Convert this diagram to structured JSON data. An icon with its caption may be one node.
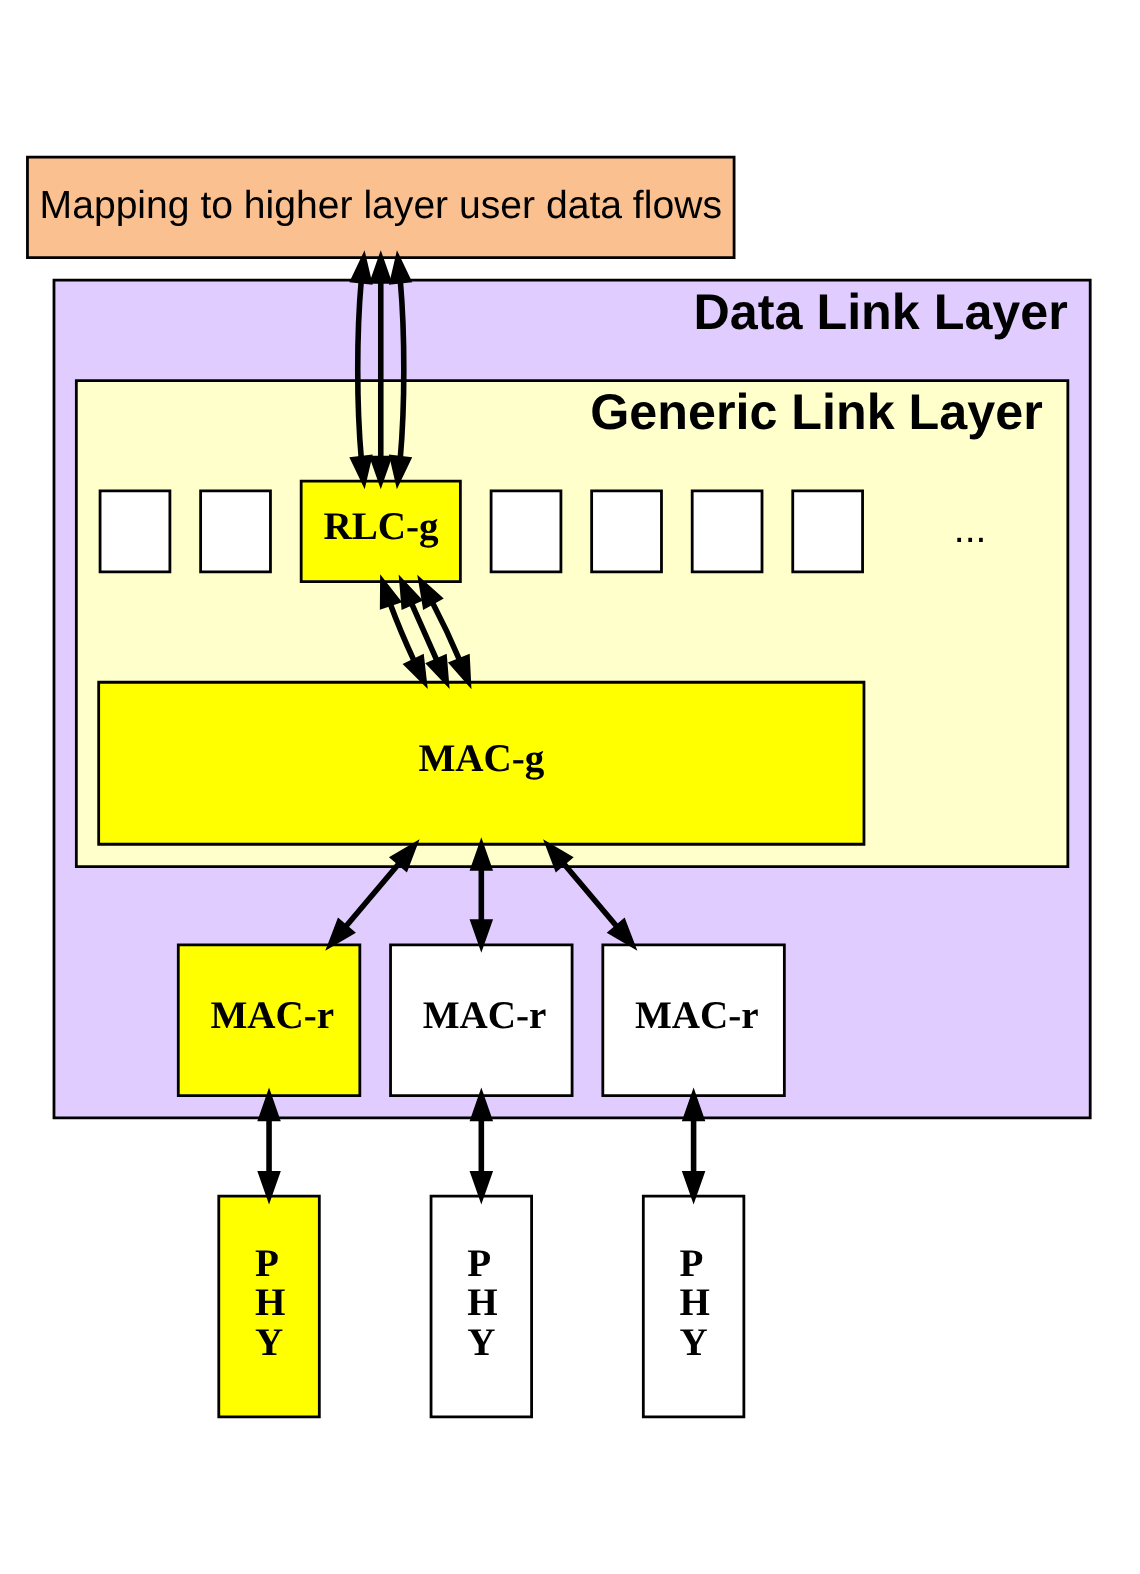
{
  "diagram": {
    "nodes": [
      {
        "text": [
          "Mapping to higher layer user data flows"
        ]
      },
      {
        "text": [
          "Data Link Layer"
        ]
      },
      {
        "text": [
          "Generic Link Layer"
        ],
        "in": 1
      },
      {
        "text": [],
        "shape": "box",
        "in": 2
      },
      {
        "text": [],
        "shape": "box",
        "in": 2
      },
      {
        "text": [
          "RLC-g"
        ],
        "in": 2
      },
      {
        "text": [],
        "shape": "box",
        "in": 2
      },
      {
        "text": [],
        "shape": "box",
        "in": 2
      },
      {
        "text": [],
        "shape": "box",
        "in": 2
      },
      {
        "text": [],
        "shape": "box",
        "in": 2
      },
      {
        "text": [
          "MAC-g"
        ],
        "in": 2
      },
      {
        "text": [
          "MAC-r"
        ],
        "in": 1
      },
      {
        "text": [
          "MAC-r"
        ],
        "in": 1
      },
      {
        "text": [
          "MAC-r"
        ],
        "in": 1
      },
      {
        "text": [
          "P H Y"
        ]
      },
      {
        "text": [
          "P H Y"
        ]
      },
      {
        "text": [
          "P H Y"
        ]
      }
    ],
    "edges": [
      {
        "from": 0,
        "to": 5,
        "arrow": "both"
      },
      {
        "from": 0,
        "to": 5,
        "arrow": "both"
      },
      {
        "from": 0,
        "to": 5,
        "arrow": "both"
      },
      {
        "from": 5,
        "to": 10,
        "arrow": "both"
      },
      {
        "from": 5,
        "to": 10,
        "arrow": "both"
      },
      {
        "from": 5,
        "to": 10,
        "arrow": "both"
      },
      {
        "from": 10,
        "to": 11,
        "arrow": "both"
      },
      {
        "from": 10,
        "to": 12,
        "arrow": "both"
      },
      {
        "from": 10,
        "to": 13,
        "arrow": "both"
      },
      {
        "from": 11,
        "to": 14,
        "arrow": "both"
      },
      {
        "from": 12,
        "to": 15,
        "arrow": "both"
      },
      {
        "from": 13,
        "to": 16,
        "arrow": "both"
      }
    ],
    "labels": [
      "..."
    ]
  }
}
